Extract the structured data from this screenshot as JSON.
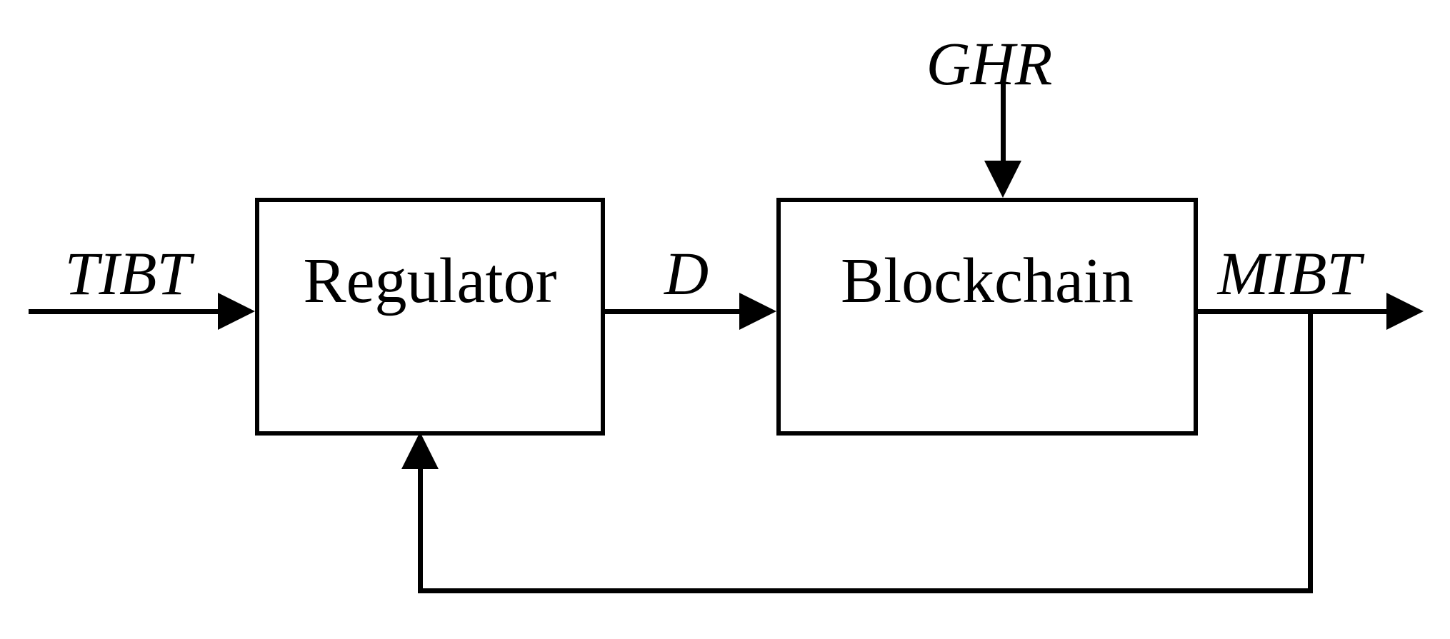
{
  "diagram": {
    "colors": {
      "line": "#000000",
      "background": "#ffffff"
    },
    "blocks": {
      "regulator": {
        "label": "Regulator"
      },
      "blockchain": {
        "label": "Blockchain"
      }
    },
    "signals": {
      "tibt": "TIBT",
      "d": "D",
      "ghr": "GHR",
      "mibt": "MIBT"
    }
  }
}
